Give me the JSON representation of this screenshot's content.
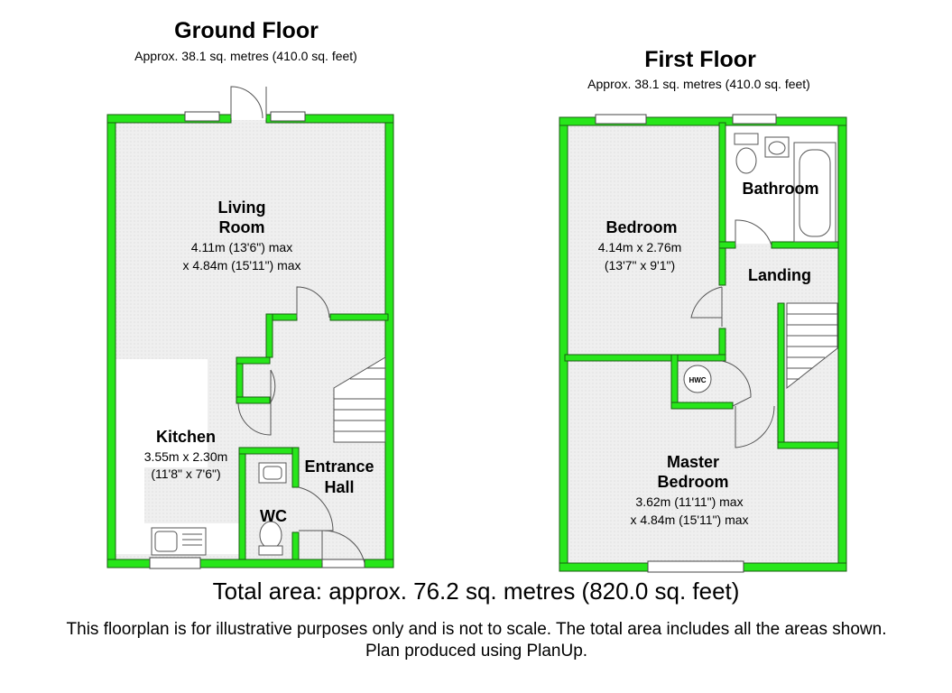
{
  "ground_floor": {
    "title": "Ground Floor",
    "area": "Approx. 38.1 sq. metres (410.0 sq. feet)",
    "rooms": {
      "living_room": {
        "name_line1": "Living",
        "name_line2": "Room",
        "dim_line1": "4.11m (13'6\") max",
        "dim_line2": "x 4.84m (15'11\") max"
      },
      "kitchen": {
        "name": "Kitchen",
        "dim_line1": "3.55m x 2.30m",
        "dim_line2": "(11'8\" x 7'6\")"
      },
      "entrance_hall": {
        "name_line1": "Entrance",
        "name_line2": "Hall"
      },
      "wc": {
        "name": "WC"
      }
    }
  },
  "first_floor": {
    "title": "First Floor",
    "area": "Approx. 38.1 sq. metres (410.0 sq. feet)",
    "rooms": {
      "bedroom": {
        "name": "Bedroom",
        "dim_line1": "4.14m x 2.76m",
        "dim_line2": "(13'7\" x 9'1\")"
      },
      "bathroom": {
        "name": "Bathroom"
      },
      "landing": {
        "name": "Landing"
      },
      "hwc": {
        "name": "HWC"
      },
      "master_bedroom": {
        "name_line1": "Master",
        "name_line2": "Bedroom",
        "dim_line1": "3.62m (11'11\") max",
        "dim_line2": "x 4.84m (15'11\") max"
      }
    }
  },
  "colors": {
    "wall": "#27e61a",
    "wall_outline": "#1a5e12",
    "floor": "#ececec"
  },
  "footer": {
    "total_area": "Total area: approx. 76.2 sq. metres (820.0 sq. feet)",
    "disclaimer_line1": "This floorplan is for illustrative purposes only and is not to scale. The total area includes all the areas shown.",
    "disclaimer_line2": "Plan produced using PlanUp."
  }
}
